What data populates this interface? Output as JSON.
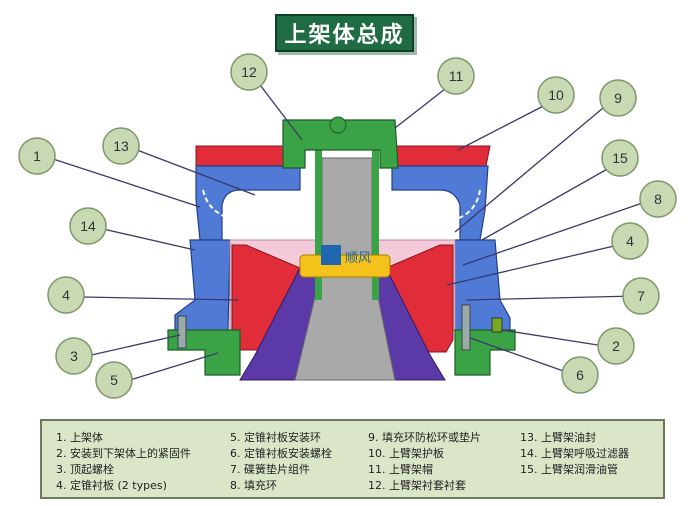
{
  "title": "上架体总成",
  "logo_text": "顺风",
  "callouts": [
    {
      "num": "1"
    },
    {
      "num": "13"
    },
    {
      "num": "14"
    },
    {
      "num": "4"
    },
    {
      "num": "3"
    },
    {
      "num": "5"
    },
    {
      "num": "12"
    },
    {
      "num": "11"
    },
    {
      "num": "10"
    },
    {
      "num": "9"
    },
    {
      "num": "15"
    },
    {
      "num": "8"
    },
    {
      "num": "4"
    },
    {
      "num": "7"
    },
    {
      "num": "2"
    },
    {
      "num": "6"
    }
  ],
  "legend": {
    "col1": [
      "1. 上架体",
      "2. 安装到下架体上的紧固件",
      "3. 顶起螺栓",
      "4. 定锥衬板 (2 types)"
    ],
    "col2": [
      "5. 定锥衬板安装环",
      "6. 定锥衬板安装螺栓",
      "7. 碟簧垫片组件",
      "8. 填充环"
    ],
    "col3": [
      "9. 填充环防松环或垫片",
      "10. 上臂架护板",
      "11. 上臂架帽",
      "12. 上臂架衬套衬套"
    ],
    "col4": [
      "13. 上臂架油封",
      "14. 上臂架呼吸过滤器",
      "15. 上臂架润滑油管"
    ]
  }
}
